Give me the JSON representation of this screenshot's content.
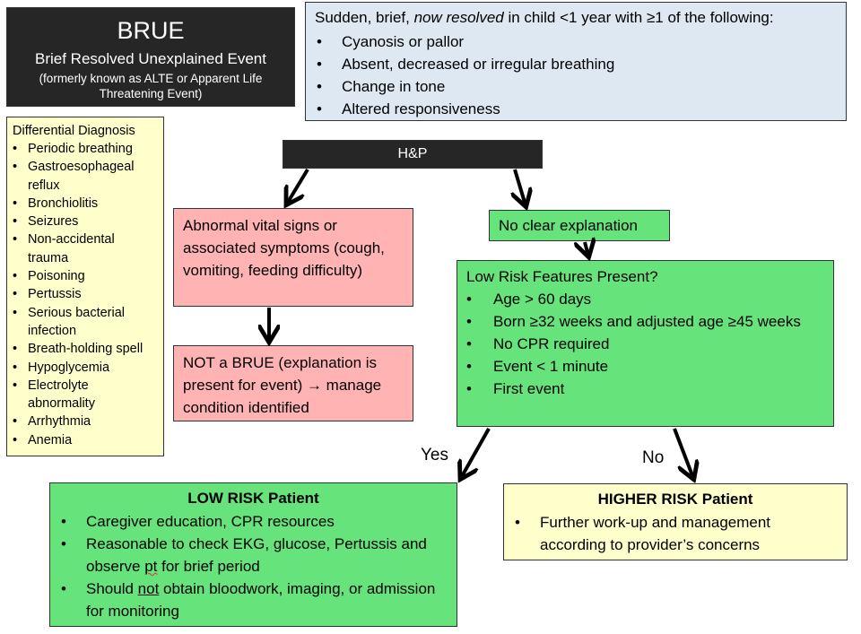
{
  "title_box": {
    "title": "BRUE",
    "subtitle": "Brief Resolved Unexplained Event",
    "note": "(formerly known as ALTE or Apparent Life Threatening Event)"
  },
  "criteria": {
    "intro_before": "Sudden, brief, ",
    "intro_emphasis": "now resolved",
    "intro_after": " in child <1 year with ≥1 of the following:",
    "items": [
      "Cyanosis or pallor",
      "Absent, decreased or irregular breathing",
      "Change in tone",
      "Altered responsiveness"
    ]
  },
  "differential": {
    "heading": "Differential Diagnosis",
    "items": [
      "Periodic breathing",
      "Gastroesophageal reflux",
      "Bronchiolitis",
      "Seizures",
      "Non-accidental trauma",
      "Poisoning",
      "Pertussis",
      "Serious bacterial infection",
      "Breath-holding spell",
      "Hypoglycemia",
      "Electrolyte abnormality",
      "Arrhythmia",
      "Anemia"
    ]
  },
  "hp": {
    "label": "H&P"
  },
  "abnormal": {
    "text": "Abnormal vital signs or associated symptoms (cough, vomiting, feeding difficulty)"
  },
  "not_brue": {
    "text": "NOT a BRUE (explanation is present for event) → manage condition identified"
  },
  "no_clear": {
    "text": "No clear explanation"
  },
  "low_risk_features": {
    "heading": "Low Risk Features Present?",
    "items": [
      "Age > 60 days",
      "Born ≥32 weeks and adjusted age ≥45 weeks",
      "No CPR required",
      "Event < 1 minute",
      "First event"
    ]
  },
  "labels": {
    "yes": "Yes",
    "no": "No"
  },
  "low_risk_patient": {
    "heading": "LOW RISK Patient",
    "item1": "Caregiver education, CPR resources",
    "item2_before": "Reasonable to check EKG, glucose, Pertussis and observe ",
    "item2_squiggle": "pt",
    "item2_after": " for brief period",
    "item3_before": "Should ",
    "item3_underline": "not",
    "item3_after": " obtain bloodwork, imaging, or admission for monitoring"
  },
  "higher_risk_patient": {
    "heading": "HIGHER RISK Patient",
    "items": [
      "Further work-up and management according to provider’s concerns"
    ]
  },
  "colors": {
    "dark": "#262626",
    "blue": "#dde8f3",
    "yellow": "#ffffcc",
    "pink": "#ffb3b3",
    "green": "#66e37a"
  }
}
